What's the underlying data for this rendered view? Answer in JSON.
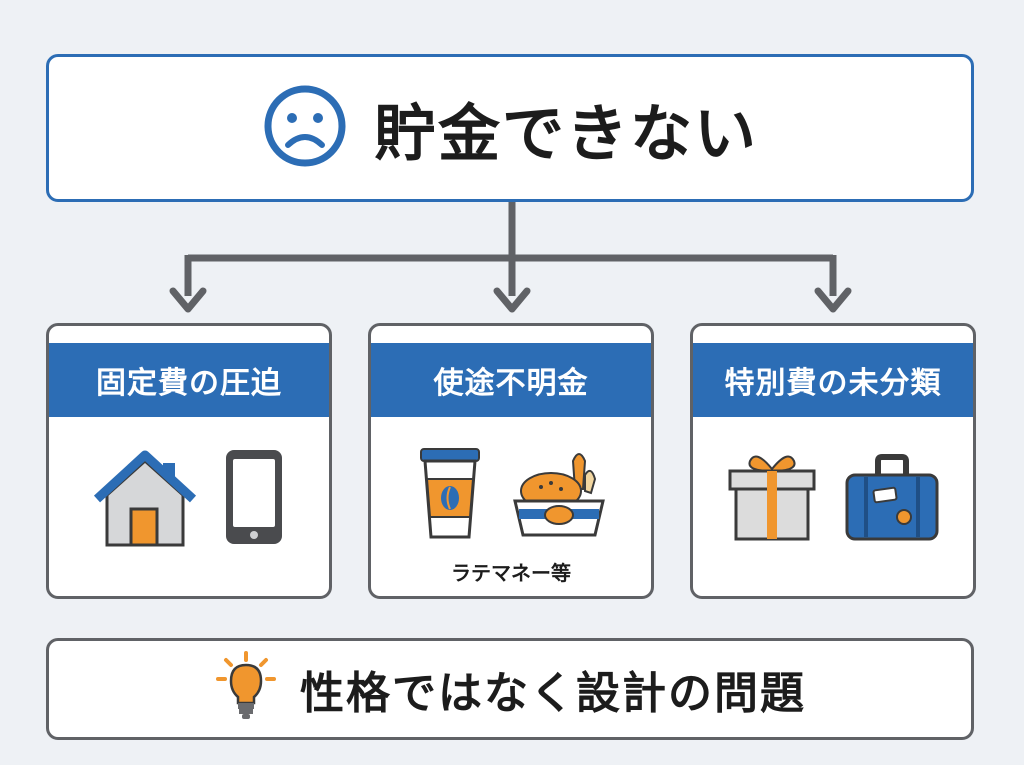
{
  "top": {
    "title": "貯金できない",
    "icon": "sad-face-icon"
  },
  "cards": [
    {
      "title": "固定費の圧迫",
      "icons": [
        "house-icon",
        "smartphone-icon"
      ],
      "note": ""
    },
    {
      "title": "使途不明金",
      "icons": [
        "coffee-cup-icon",
        "bento-box-icon"
      ],
      "note": "ラテマネー等"
    },
    {
      "title": "特別費の未分類",
      "icons": [
        "gift-box-icon",
        "suitcase-icon"
      ],
      "note": ""
    }
  ],
  "bottom": {
    "text": "性格ではなく設計の問題",
    "icon": "light-bulb-icon"
  },
  "colors": {
    "accent": "#2c6db5",
    "orange": "#f0962e",
    "gray": "#606266",
    "background": "#eef1f5"
  }
}
